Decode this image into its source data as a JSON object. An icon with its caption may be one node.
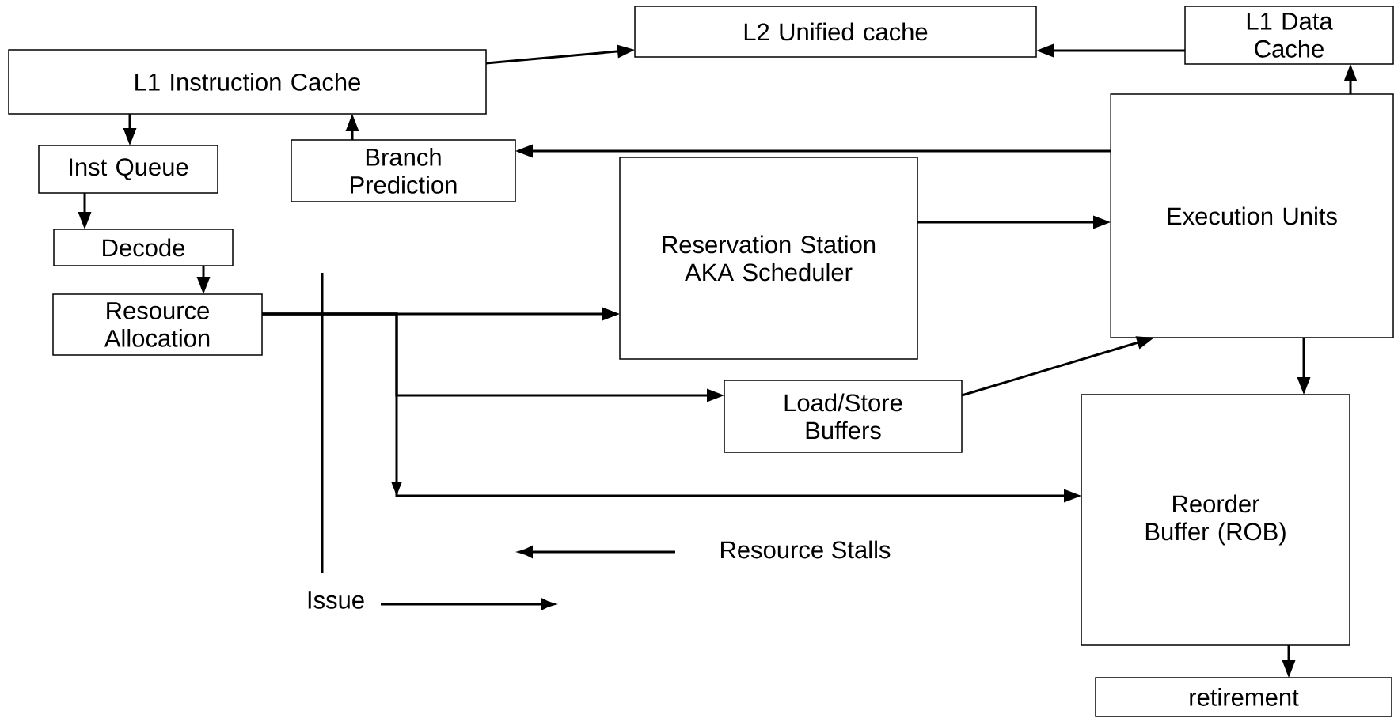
{
  "diagram": {
    "nodes": [
      {
        "text": [
          "L1 Instruction Cache"
        ]
      },
      {
        "text": [
          "L2 Unified cache"
        ]
      },
      {
        "text": [
          "L1 Data Cache"
        ]
      },
      {
        "text": [
          "Inst Queue"
        ]
      },
      {
        "text": [
          "Branch Prediction"
        ]
      },
      {
        "text": [
          "Execution Units"
        ]
      },
      {
        "text": [
          "Decode"
        ]
      },
      {
        "text": [
          "Reservation Station AKA Scheduler"
        ]
      },
      {
        "text": [
          "Resource Allocation"
        ]
      },
      {
        "text": [
          "Load/Store Buffers"
        ]
      },
      {
        "text": [
          "Reorder Buffer (ROB)"
        ]
      },
      {
        "text": [
          "retirement"
        ]
      }
    ],
    "edges": [
      {
        "from": 0,
        "to": 1,
        "arrow": "to"
      },
      {
        "from": 2,
        "to": 1,
        "arrow": "to"
      },
      {
        "from": 0,
        "to": 3,
        "arrow": "to"
      },
      {
        "from": 4,
        "to": 0,
        "arrow": "to"
      },
      {
        "from": 5,
        "to": 4,
        "arrow": "to"
      },
      {
        "from": 3,
        "to": 6,
        "arrow": "to"
      },
      {
        "from": 6,
        "to": 8,
        "arrow": "to"
      },
      {
        "from": 8,
        "to": 7,
        "arrow": "to"
      },
      {
        "from": 8,
        "to": 9,
        "arrow": "to"
      },
      {
        "from": 8,
        "to": 10,
        "arrow": "to"
      },
      {
        "from": 7,
        "to": 5,
        "arrow": "to"
      },
      {
        "from": 9,
        "to": 5,
        "arrow": "to"
      },
      {
        "from": 5,
        "to": 10,
        "arrow": "to"
      },
      {
        "from": 10,
        "to": 11,
        "arrow": "to"
      },
      {
        "from": 5,
        "to": 2,
        "arrow": "to"
      }
    ],
    "labels": [
      "Resource Stalls",
      "Issue"
    ]
  }
}
